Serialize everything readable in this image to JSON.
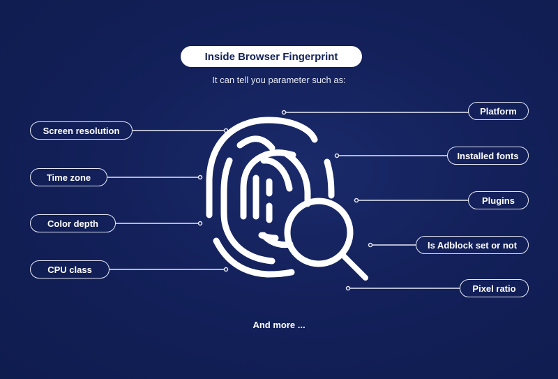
{
  "header": {
    "title": "Inside Browser Fingerprint",
    "subtitle": "It can tell you parameter such as:"
  },
  "left_items": [
    {
      "label": "Screen resolution"
    },
    {
      "label": "Time zone"
    },
    {
      "label": "Color depth"
    },
    {
      "label": "CPU class"
    }
  ],
  "right_items": [
    {
      "label": "Platform"
    },
    {
      "label": "Installed fonts"
    },
    {
      "label": "Plugins"
    },
    {
      "label": "Is Adblock set or not"
    },
    {
      "label": "Pixel ratio"
    }
  ],
  "footer": {
    "more": "And more ..."
  },
  "icons": {
    "center": "fingerprint-with-magnifier-icon"
  },
  "colors": {
    "background": "#13205a",
    "foreground": "#ffffff",
    "title_text": "#13215a"
  }
}
